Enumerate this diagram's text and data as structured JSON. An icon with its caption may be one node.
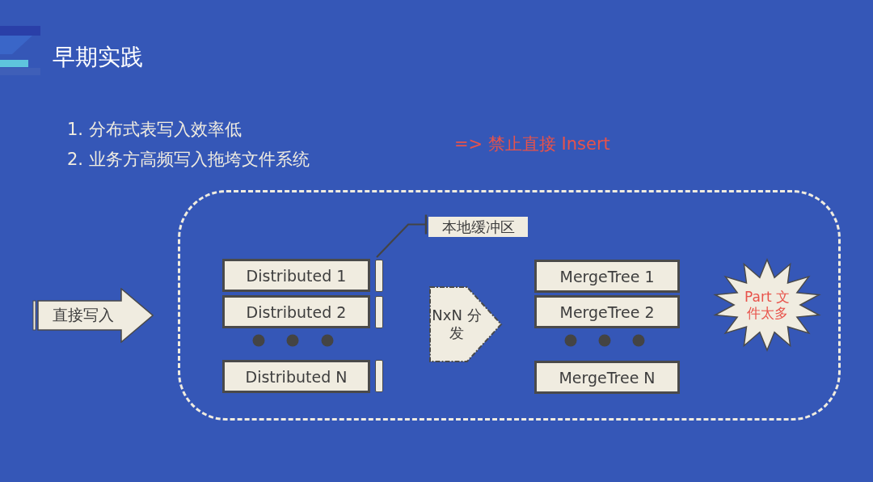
{
  "diagram": {
    "title": "早期实践",
    "nodes": [
      {
        "text": [
          "直接写入"
        ]
      },
      {
        "text": [],
        "shape": "box"
      },
      {
        "text": [
          "本地缓冲区"
        ],
        "in": 1
      },
      {
        "text": [
          "Distributed 1"
        ],
        "in": 1
      },
      {
        "text": [],
        "shape": "bar",
        "in": 1
      },
      {
        "text": [
          "Distributed 2"
        ],
        "in": 1
      },
      {
        "text": [],
        "shape": "bar",
        "in": 1
      },
      {
        "text": [
          "Distributed N"
        ],
        "in": 1
      },
      {
        "text": [],
        "shape": "bar",
        "in": 1
      },
      {
        "text": [
          "NxN 分发"
        ],
        "in": 1
      },
      {
        "text": [
          "MergeTree 1"
        ],
        "in": 1
      },
      {
        "text": [
          "MergeTree 2"
        ],
        "in": 1
      },
      {
        "text": [
          "MergeTree N"
        ],
        "in": 1
      },
      {
        "text": [
          "Part 文件太多"
        ],
        "in": 1
      }
    ],
    "edges": [
      {
        "from": 2,
        "to": 4,
        "arrow": "other"
      }
    ],
    "labels": [
      "1. 分布式表写入效率低",
      "2. 业务方高频写入拖垮文件系统",
      "=> 禁止直接 Insert"
    ]
  }
}
